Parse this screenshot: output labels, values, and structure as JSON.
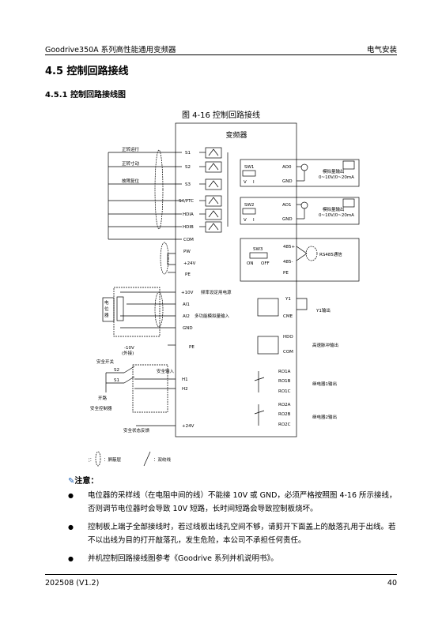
{
  "header": {
    "title": "Goodrive350A 系列高性能通用变频器",
    "section": "电气安装"
  },
  "heading": "4.5 控制回路接线",
  "subheading": "4.5.1 控制回路接线图",
  "figure": {
    "caption": "图 4-16 控制回路接线",
    "inverter_label": "变频器",
    "di_inputs": [
      "正转运行",
      "正转寸动",
      "故障复位"
    ],
    "terminals_left": [
      "S1",
      "S2",
      "S3",
      "S4/PTC",
      "HDIA",
      "HDIB",
      "COM",
      "PW",
      "+24V",
      "PE"
    ],
    "analog": {
      "v10": "+10V",
      "v10_label": "频率设定用电源",
      "ai1": "AI1",
      "ai2": "AI2",
      "ai2_label": "多功能模拟量输入",
      "gnd": "GND",
      "neg10": "-10V",
      "neg10_sub": "(外接)",
      "pe": "PE",
      "pot": [
        "电",
        "位",
        "器"
      ]
    },
    "ao": [
      {
        "sw": "SW1",
        "v": "V",
        "i": "I",
        "term": "AO0",
        "gnd": "GND",
        "label1": "模拟量输出",
        "label2": "0~10V/0~20mA"
      },
      {
        "sw": "SW2",
        "v": "V",
        "i": "I",
        "term": "AO1",
        "gnd": "GND",
        "label1": "模拟量输出",
        "label2": "0~10V/0~20mA"
      }
    ],
    "rs485": {
      "sw": "SW3",
      "on": "ON",
      "off": "OFF",
      "plus": "485+",
      "minus": "485-",
      "pe": "PE",
      "label": "RS485通信"
    },
    "y1": {
      "term": "Y1",
      "cme": "CME",
      "label": "Y1输出"
    },
    "hdo": {
      "term": "HDO",
      "com": "COM",
      "label": "高速脉冲输出"
    },
    "relay1": {
      "a": "RO1A",
      "b": "RO1B",
      "c": "RO1C",
      "label": "继电器1输出"
    },
    "relay2": {
      "a": "RO2A",
      "b": "RO2B",
      "c": "RO2C",
      "label": "继电器2输出"
    },
    "safety": {
      "switch": "安全开关",
      "s2": "S2",
      "s1": "S1",
      "open": "开路",
      "controller": "安全控制器",
      "input": "安全输入",
      "h1": "H1",
      "h2": "H2",
      "feedback": "安全状态反馈",
      "v24": "+24V"
    },
    "legend": {
      "prefix": "注：",
      "shield": "：屏蔽层",
      "twisted": "：双绞线"
    }
  },
  "note_title": "注意：",
  "notes": [
    "电位器的采样线（在电阻中间的线）不能接 10V 或 GND，必须严格按照图 4-16 所示接线，否则调节电位器时会导致 10V 短路，长时间短路会导致控制板烧坏。",
    "控制板上端子全部接线时，若过线板出线孔空间不够，请剪开下面盖上的敲落孔用于出线。若不以出线为目的打开敲落孔，发生危险，本公司不承担任何责任。",
    "并机控制回路接线图参考《Goodrive 系列并机说明书》。"
  ],
  "footer": {
    "left": "202508 (V1.2)",
    "right": "40"
  }
}
